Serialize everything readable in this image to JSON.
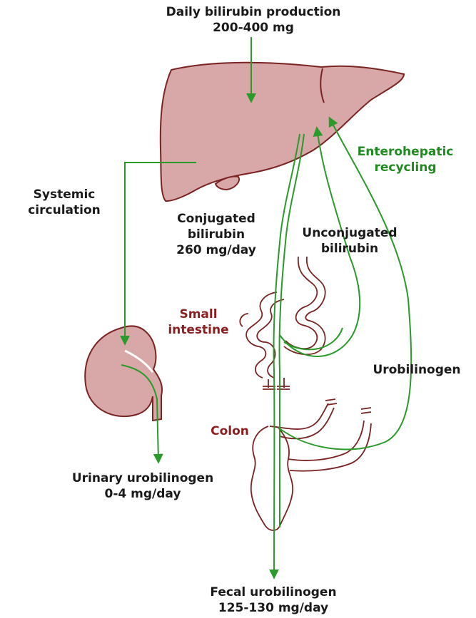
{
  "labels": {
    "production_line1": "Daily bilirubin production",
    "production_line2": "200-400 mg",
    "enterohepatic_line1": "Enterohepatic",
    "enterohepatic_line2": "recycling",
    "systemic_line1": "Systemic",
    "systemic_line2": "circulation",
    "conjugated_line1": "Conjugated",
    "conjugated_line2": "bilirubin",
    "conjugated_line3": "260 mg/day",
    "unconjugated_line1": "Unconjugated",
    "unconjugated_line2": "bilirubin",
    "small_intestine_line1": "Small",
    "small_intestine_line2": "intestine",
    "urobilinogen": "Urobilinogen",
    "colon": "Colon",
    "urinary_line1": "Urinary urobilinogen",
    "urinary_line2": "0-4 mg/day",
    "fecal_line1": "Fecal urobilinogen",
    "fecal_line2": "125-130 mg/day"
  },
  "colors": {
    "organ_fill": "#d8a7a7",
    "organ_stroke": "#7a2323",
    "arrow_green": "#2a9a2a",
    "text_black": "#1a1a1a",
    "text_green": "#1f8a1f",
    "text_red": "#8b1f1f"
  }
}
